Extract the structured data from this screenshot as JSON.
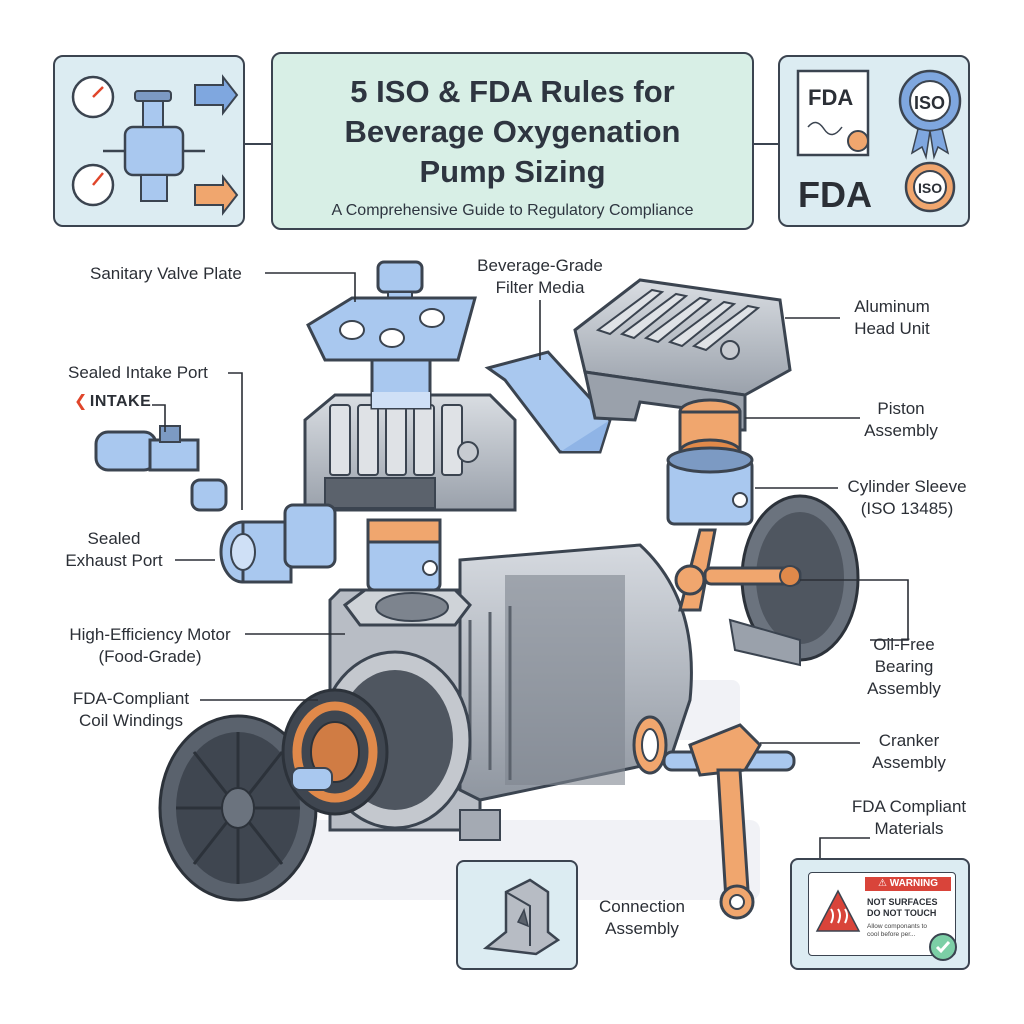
{
  "header": {
    "title_line1": "5 ISO & FDA Rules for",
    "title_line2": "Beverage Oxygenation",
    "title_line3": "Pump Sizing",
    "subtitle": "A Comprehensive Guide to Regulatory Compliance"
  },
  "badges": {
    "fda_1": "FDA",
    "iso_1": "ISO",
    "fda_2": "FDA",
    "iso_2": "ISO"
  },
  "labels": {
    "sanitary_valve_plate": "Sanitary Valve Plate",
    "filter_media_1": "Beverage-Grade",
    "filter_media_2": "Filter Media",
    "aluminum_head_1": "Aluminum",
    "aluminum_head_2": "Head Unit",
    "sealed_intake_port": "Sealed Intake Port",
    "intake_tag": "INTAKE",
    "piston_1": "Piston",
    "piston_2": "Assembly",
    "cylinder_1": "Cylinder Sleeve",
    "cylinder_2": "(ISO 13485)",
    "exhaust_1": "Sealed",
    "exhaust_2": "Exhaust Port",
    "motor_1": "High-Efficiency Motor",
    "motor_2": "(Food-Grade)",
    "bearing_1": "Oil-Free",
    "bearing_2": "Bearing",
    "bearing_3": "Assembly",
    "coil_1": "FDA-Compliant",
    "coil_2": "Coil Windings",
    "cranker_1": "Cranker",
    "cranker_2": "Assembly",
    "materials_1": "FDA Compliant",
    "materials_2": "Materials",
    "connection_1": "Connection",
    "connection_2": "Assembly"
  },
  "warning": {
    "heading": "⚠ WARNING",
    "line1": "NOT SURFACES",
    "line2": "DO NOT TOUCH",
    "line3": "Allow componants to",
    "line4": "cool before per..."
  },
  "colors": {
    "panel_blue": "#dcecf2",
    "panel_green": "#d8efe6",
    "part_blue": "#a9c8ef",
    "part_orange": "#f0a66e",
    "metal_gray": "#b7bcc4",
    "outline": "#3b4450",
    "warning_red": "#d9443a"
  }
}
